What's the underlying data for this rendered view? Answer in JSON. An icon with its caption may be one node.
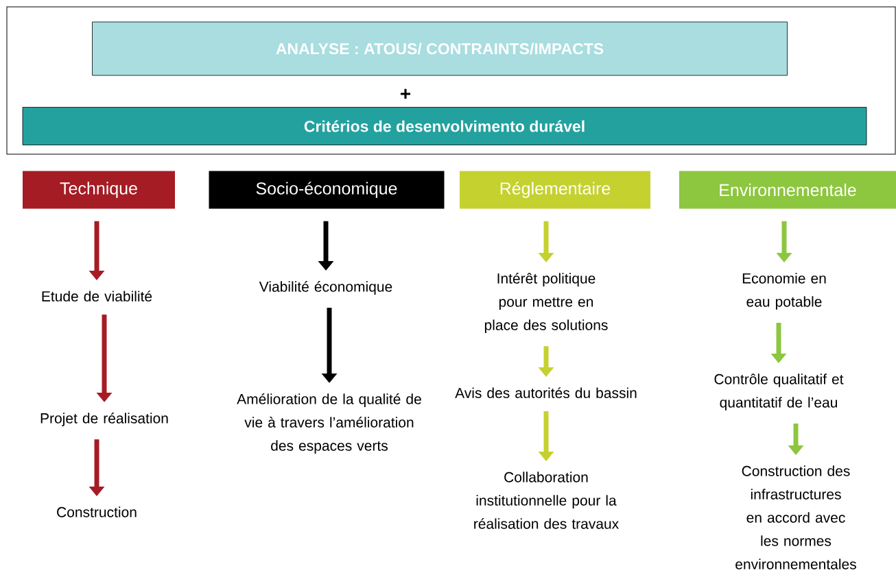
{
  "diagram": {
    "nodes": [
      {
        "text": [
          "ANALYSE : ATOUS/ CONTRAINTS/IMPACTS"
        ]
      },
      {
        "text": [
          "Critérios de desenvolvimento durável"
        ]
      },
      {
        "text": [
          "Technique"
        ]
      },
      {
        "text": [
          "Socio-économique"
        ]
      },
      {
        "text": [
          "Réglementaire"
        ]
      },
      {
        "text": [
          "Environnementale"
        ]
      },
      {
        "text": [
          "Etude de viabilité"
        ]
      },
      {
        "text": [
          "Projet de réalisation"
        ]
      },
      {
        "text": [
          "Construction"
        ]
      },
      {
        "text": [
          "Viabilité économique"
        ]
      },
      {
        "text": [
          "Amélioration de la qualité de vie à travers l’amélioration des espaces verts"
        ]
      },
      {
        "text": [
          "Intérêt politique pour mettre en place des solutions"
        ]
      },
      {
        "text": [
          "Avis des autorités du bassin"
        ]
      },
      {
        "text": [
          "Collaboration institutionnelle pour la réalisation des travaux"
        ]
      },
      {
        "text": [
          "Economie en eau potable"
        ]
      },
      {
        "text": [
          "Contrôle qualitatif et quantitatif de l’eau"
        ]
      },
      {
        "text": [
          "Construction des infrastructures en accord avec les normes environnementales"
        ]
      }
    ],
    "edges": [
      {
        "from": 2,
        "to": 6,
        "arrow": "to",
        "color": "#a51c24"
      },
      {
        "from": 6,
        "to": 7,
        "arrow": "to",
        "color": "#a51c24"
      },
      {
        "from": 7,
        "to": 8,
        "arrow": "to",
        "color": "#a51c24"
      },
      {
        "from": 3,
        "to": 9,
        "arrow": "to",
        "color": "#000000"
      },
      {
        "from": 9,
        "to": 10,
        "arrow": "to",
        "color": "#000000"
      },
      {
        "from": 4,
        "to": 11,
        "arrow": "to",
        "color": "#c5d12f"
      },
      {
        "from": 11,
        "to": 12,
        "arrow": "to",
        "color": "#c5d12f"
      },
      {
        "from": 12,
        "to": 13,
        "arrow": "to",
        "color": "#c5d12f"
      },
      {
        "from": 5,
        "to": 14,
        "arrow": "to",
        "color": "#8dc63f"
      },
      {
        "from": 14,
        "to": 15,
        "arrow": "to",
        "color": "#8dc63f"
      },
      {
        "from": 15,
        "to": 16,
        "arrow": "to",
        "color": "#8dc63f"
      }
    ],
    "labels": [
      "+"
    ]
  }
}
